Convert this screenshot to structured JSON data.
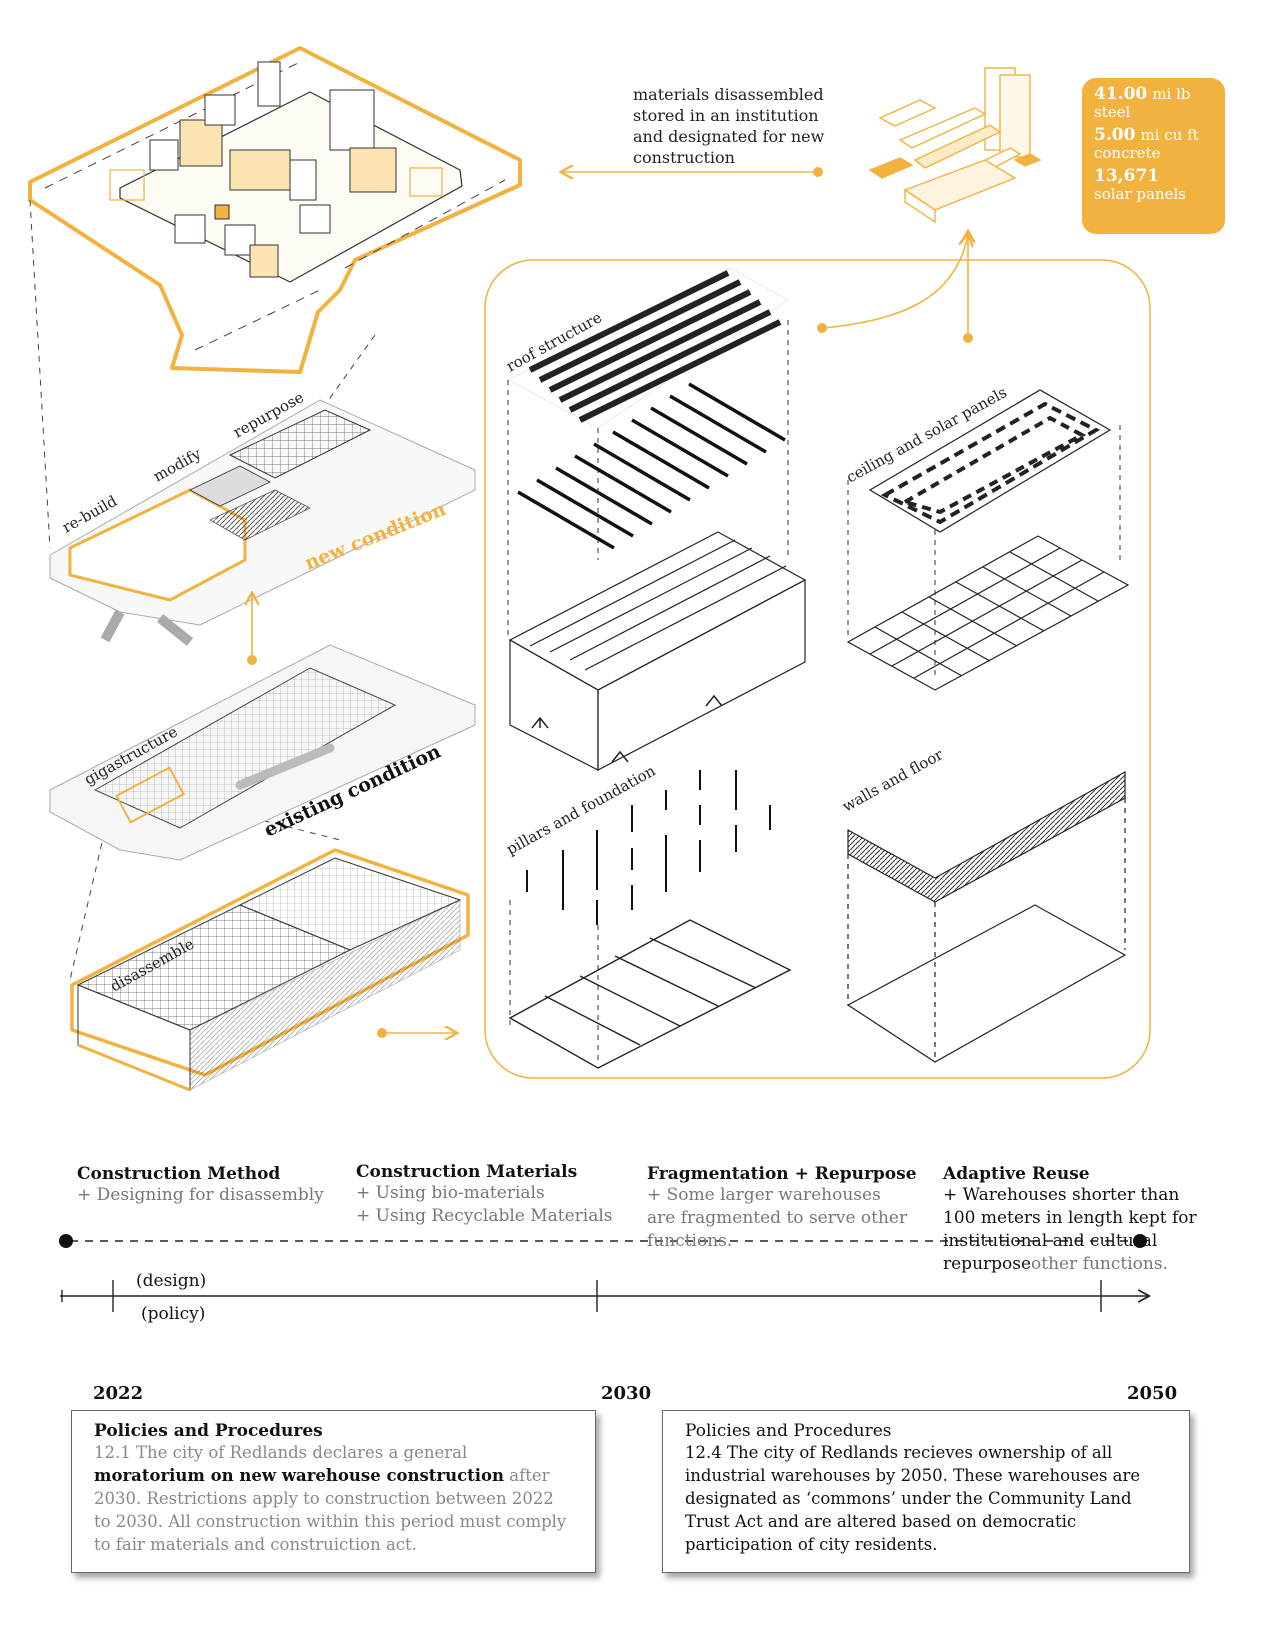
{
  "colors": {
    "accent": "#f2b240",
    "ink": "#222222",
    "muted": "#888888"
  },
  "diagram_labels": {
    "roof_structure": "roof structure",
    "ceiling_solar": "ceiling and solar panels",
    "pillars_foundation": "pillars and foundation",
    "walls_floor": "walls and floor",
    "rebuild": "re-build",
    "modify": "modify",
    "repurpose": "repurpose",
    "new_condition": "new condition",
    "gigastructure": "gigastructure",
    "existing_condition": "existing condition",
    "disassemble": "disassemble"
  },
  "callout": {
    "lines": [
      "materials disassembled",
      "stored in an institution",
      "and designated for new",
      "construction"
    ]
  },
  "stats": [
    {
      "value": "41.00",
      "unit": "mi lb",
      "desc": "steel"
    },
    {
      "value": "5.00",
      "unit": "mi cu ft",
      "desc": "concrete"
    },
    {
      "value": "13,671",
      "unit": "",
      "desc": "solar panels"
    }
  ],
  "columns": [
    {
      "title": "Construction Method",
      "lines": [
        "+ Designing for disassembly"
      ]
    },
    {
      "title": "Construction Materials",
      "lines": [
        "+ Using bio-materials",
        "+ Using Recyclable Materials"
      ]
    },
    {
      "title": "Fragmentation + Repurpose",
      "lines": [
        "+ Some larger warehouses",
        "are fragmented to serve other",
        "functions."
      ]
    },
    {
      "title": "Adaptive Reuse",
      "lines": [
        "+ Warehouses shorter than",
        "100 meters in length kept for",
        "institutional and cultural",
        "repurpose"
      ],
      "tail": "other functions."
    }
  ],
  "timeline": {
    "design_label": "(design)",
    "policy_label": "(policy)",
    "years": [
      "2022",
      "2030",
      "2050"
    ]
  },
  "policies": [
    {
      "title": "Policies and Procedures",
      "pre": "12.1 The city of Redlands declares a general",
      "bold": "moratorium on new warehouse construction",
      "post": " after 2030. Restrictions apply to construction between 2022 to 2030. All construction within this period must comply to fair materials and construiction act."
    },
    {
      "title": "Policies and Procedures",
      "body": "12.4 The city of Redlands recieves ownership of all industrial warehouses by 2050. These warehouses are designated as ‘commons’ under the Community Land Trust Act and are altered based on democratic participation of city residents."
    }
  ]
}
